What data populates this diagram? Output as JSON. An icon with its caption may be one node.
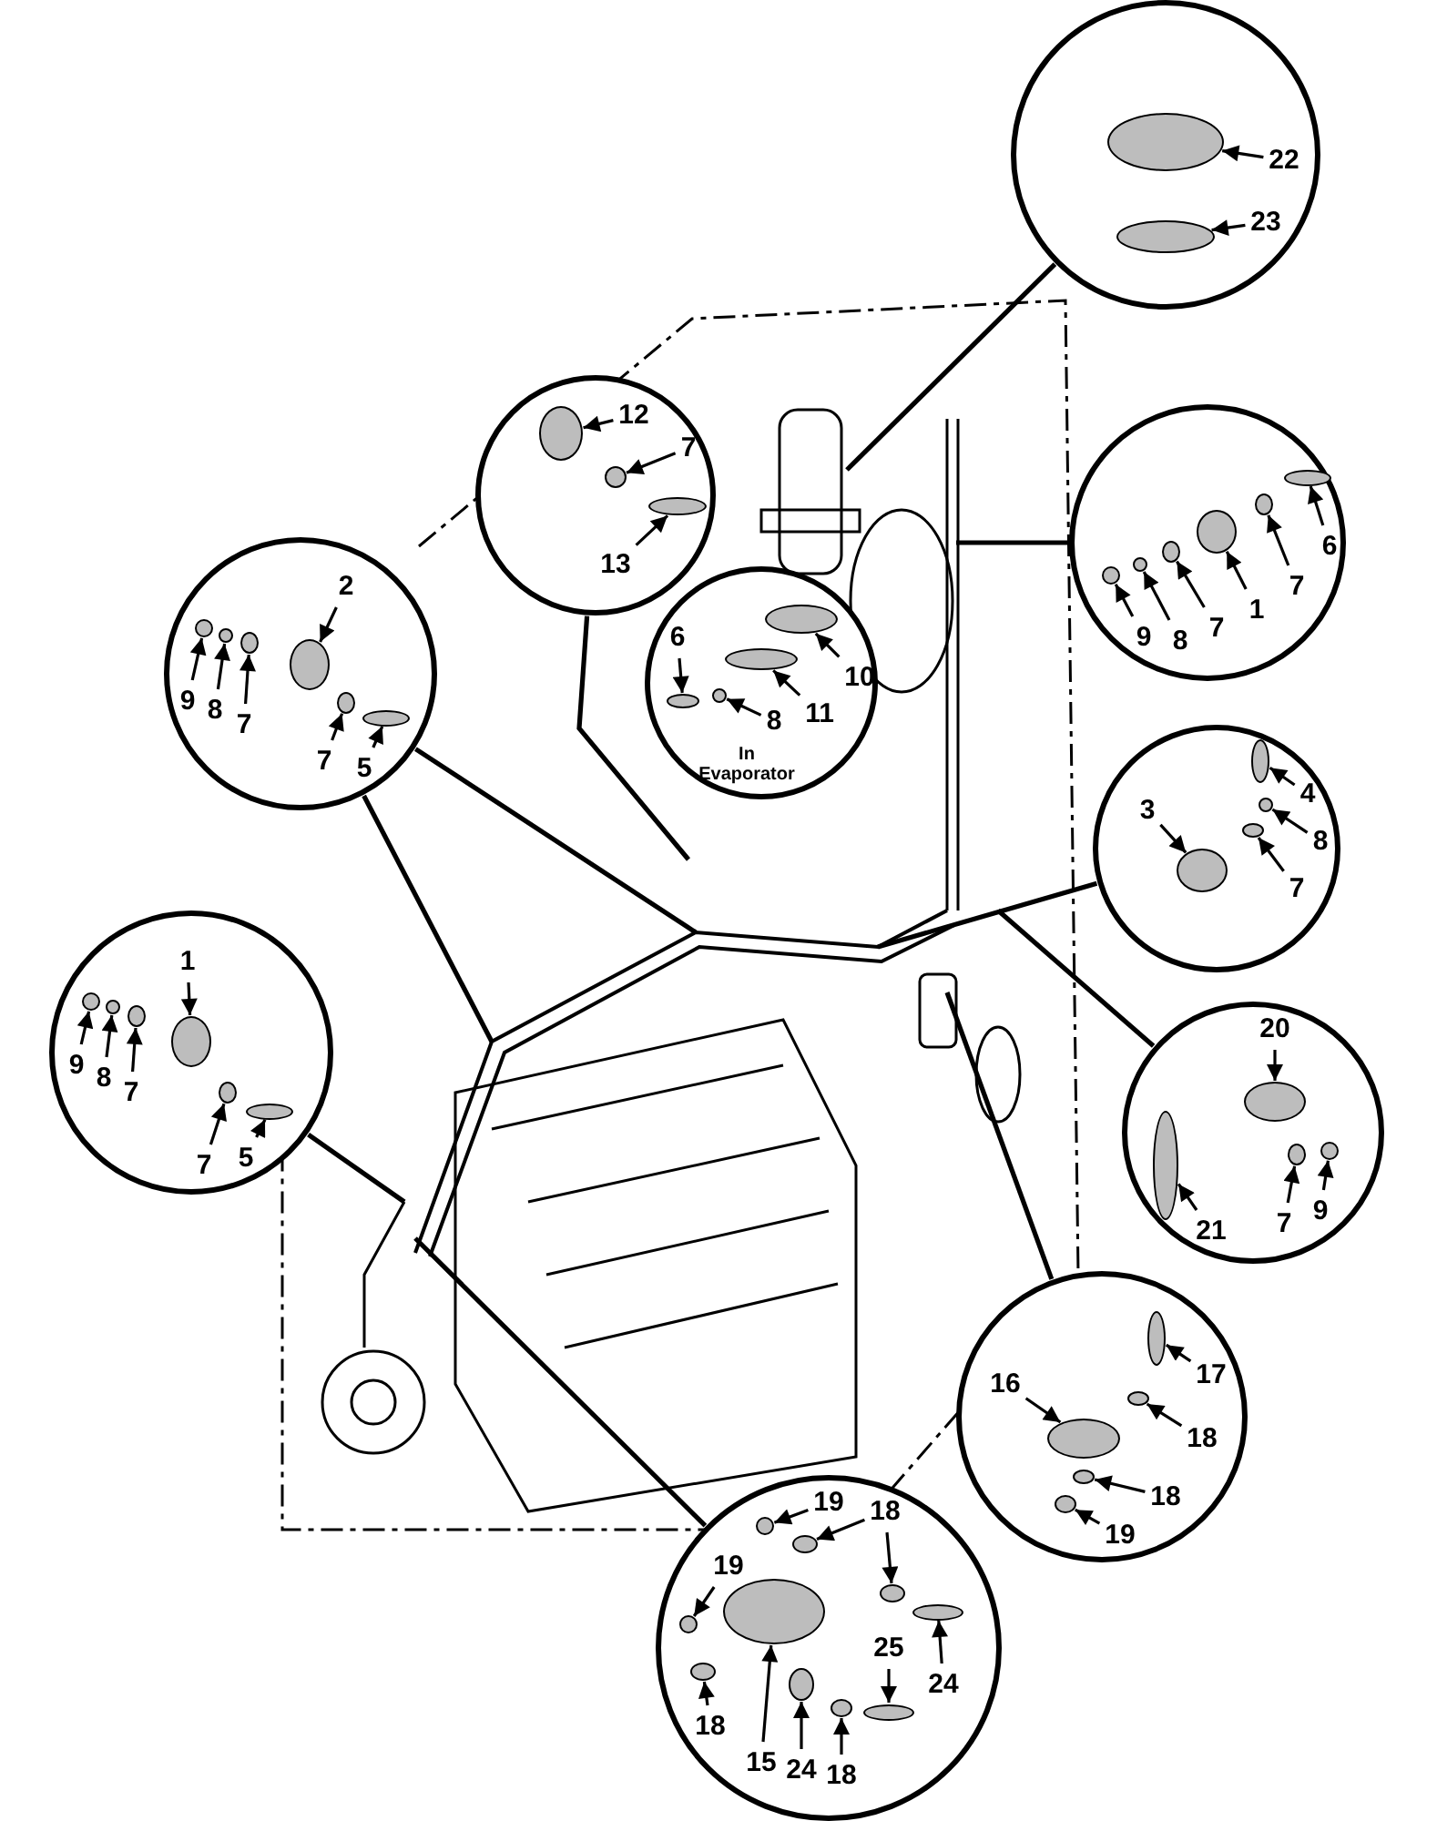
{
  "diagram": {
    "nodes": [
      {
        "text": [],
        "shape": "circle"
      },
      {
        "text": [
          "22"
        ],
        "in": 0
      },
      {
        "text": [
          "23"
        ],
        "in": 0
      },
      {
        "text": [],
        "shape": "circle"
      },
      {
        "text": [
          "12"
        ],
        "in": 3
      },
      {
        "text": [
          "7"
        ],
        "in": 3
      },
      {
        "text": [
          "13"
        ],
        "in": 3
      },
      {
        "text": [],
        "shape": "circle"
      },
      {
        "text": [
          "6"
        ],
        "in": 7
      },
      {
        "text": [
          "7"
        ],
        "in": 7
      },
      {
        "text": [
          "1"
        ],
        "in": 7
      },
      {
        "text": [
          "7"
        ],
        "in": 7
      },
      {
        "text": [
          "8"
        ],
        "in": 7
      },
      {
        "text": [
          "9"
        ],
        "in": 7
      },
      {
        "text": [
          "In Evaporator"
        ]
      },
      {
        "text": [
          "6"
        ],
        "in": 14
      },
      {
        "text": [
          "8"
        ],
        "in": 14
      },
      {
        "text": [
          "11"
        ],
        "in": 14
      },
      {
        "text": [
          "10"
        ],
        "in": 14
      },
      {
        "text": [],
        "shape": "circle"
      },
      {
        "text": [
          "2"
        ],
        "in": 19
      },
      {
        "text": [
          "9"
        ],
        "in": 19
      },
      {
        "text": [
          "8"
        ],
        "in": 19
      },
      {
        "text": [
          "7"
        ],
        "in": 19
      },
      {
        "text": [
          "7"
        ],
        "in": 19
      },
      {
        "text": [
          "5"
        ],
        "in": 19
      },
      {
        "text": [],
        "shape": "circle"
      },
      {
        "text": [
          "4"
        ],
        "in": 26
      },
      {
        "text": [
          "3"
        ],
        "in": 26
      },
      {
        "text": [
          "8"
        ],
        "in": 26
      },
      {
        "text": [
          "7"
        ],
        "in": 26
      },
      {
        "text": [],
        "shape": "circle"
      },
      {
        "text": [
          "1"
        ],
        "in": 31
      },
      {
        "text": [
          "9"
        ],
        "in": 31
      },
      {
        "text": [
          "8"
        ],
        "in": 31
      },
      {
        "text": [
          "7"
        ],
        "in": 31
      },
      {
        "text": [
          "7"
        ],
        "in": 31
      },
      {
        "text": [
          "5"
        ],
        "in": 31
      },
      {
        "text": [],
        "shape": "circle"
      },
      {
        "text": [
          "20"
        ],
        "in": 38
      },
      {
        "text": [
          "21"
        ],
        "in": 38
      },
      {
        "text": [
          "7"
        ],
        "in": 38
      },
      {
        "text": [
          "9"
        ],
        "in": 38
      },
      {
        "text": [],
        "shape": "circle"
      },
      {
        "text": [
          "16"
        ],
        "in": 43
      },
      {
        "text": [
          "17"
        ],
        "in": 43
      },
      {
        "text": [
          "18"
        ],
        "in": 43
      },
      {
        "text": [
          "18"
        ],
        "in": 43
      },
      {
        "text": [
          "19"
        ],
        "in": 43
      },
      {
        "text": [],
        "shape": "circle"
      },
      {
        "text": [
          "19"
        ],
        "in": 49
      },
      {
        "text": [
          "18"
        ],
        "in": 49
      },
      {
        "text": [
          "19"
        ],
        "in": 49
      },
      {
        "text": [
          "25"
        ],
        "in": 49
      },
      {
        "text": [
          "24"
        ],
        "in": 49
      },
      {
        "text": [
          "18"
        ],
        "in": 49
      },
      {
        "text": [
          "15"
        ],
        "in": 49
      },
      {
        "text": [
          "24"
        ],
        "in": 49
      },
      {
        "text": [
          "18"
        ],
        "in": 49
      },
      {
        "text": [],
        "shape": "circle",
        "in": 0
      },
      {
        "text": [],
        "shape": "circle",
        "in": 0
      },
      {
        "text": [],
        "shape": "circle",
        "in": 3
      },
      {
        "text": [],
        "shape": "circle",
        "in": 3
      },
      {
        "text": [],
        "shape": "circle",
        "in": 3
      },
      {
        "text": [],
        "shape": "circle",
        "in": 7
      },
      {
        "text": [],
        "shape": "circle",
        "in": 7
      },
      {
        "text": [],
        "shape": "circle",
        "in": 7
      },
      {
        "text": [],
        "shape": "circle",
        "in": 7
      },
      {
        "text": [],
        "shape": "circle",
        "in": 7
      },
      {
        "text": [],
        "shape": "circle",
        "in": 7
      },
      {
        "text": [],
        "shape": "circle",
        "in": 14
      },
      {
        "text": [],
        "shape": "circle",
        "in": 14
      },
      {
        "text": [],
        "shape": "circle",
        "in": 14
      },
      {
        "text": [],
        "shape": "circle",
        "in": 14
      },
      {
        "text": [],
        "shape": "circle",
        "in": 19
      },
      {
        "text": [],
        "shape": "circle",
        "in": 19
      },
      {
        "text": [],
        "shape": "circle",
        "in": 19
      },
      {
        "text": [],
        "shape": "circle",
        "in": 19
      },
      {
        "text": [],
        "shape": "circle",
        "in": 19
      },
      {
        "text": [],
        "shape": "circle",
        "in": 19
      },
      {
        "text": [],
        "shape": "circle",
        "in": 26
      },
      {
        "text": [],
        "shape": "circle",
        "in": 26
      },
      {
        "text": [],
        "shape": "circle",
        "in": 26
      },
      {
        "text": [],
        "shape": "circle",
        "in": 26
      },
      {
        "text": [],
        "shape": "circle",
        "in": 31
      },
      {
        "text": [],
        "shape": "circle",
        "in": 31
      },
      {
        "text": [],
        "shape": "circle",
        "in": 31
      },
      {
        "text": [],
        "shape": "circle",
        "in": 31
      },
      {
        "text": [],
        "shape": "circle",
        "in": 31
      },
      {
        "text": [],
        "shape": "circle",
        "in": 31
      },
      {
        "text": [],
        "shape": "circle",
        "in": 38
      },
      {
        "text": [],
        "shape": "circle",
        "in": 38
      },
      {
        "text": [],
        "shape": "circle",
        "in": 38
      },
      {
        "text": [],
        "shape": "circle",
        "in": 38
      },
      {
        "text": [],
        "shape": "circle",
        "in": 43
      },
      {
        "text": [],
        "shape": "circle",
        "in": 43
      },
      {
        "text": [],
        "shape": "circle",
        "in": 43
      },
      {
        "text": [],
        "shape": "circle",
        "in": 43
      },
      {
        "text": [],
        "shape": "circle",
        "in": 43
      },
      {
        "text": [],
        "shape": "circle",
        "in": 49
      },
      {
        "text": [],
        "shape": "circle",
        "in": 49
      },
      {
        "text": [],
        "shape": "circle",
        "in": 49
      },
      {
        "text": [],
        "shape": "circle",
        "in": 49
      },
      {
        "text": [],
        "shape": "circle",
        "in": 49
      },
      {
        "text": [],
        "shape": "circle",
        "in": 49
      },
      {
        "text": [],
        "shape": "circle",
        "in": 49
      },
      {
        "text": [],
        "shape": "circle",
        "in": 49
      },
      {
        "text": [],
        "shape": "circle",
        "in": 49
      },
      {
        "text": [],
        "shape": "circle",
        "in": 49
      }
    ],
    "edges": [
      {
        "from": 0,
        "to": null,
        "arrow": "none"
      },
      {
        "from": 1,
        "to": 59,
        "arrow": "to"
      },
      {
        "from": 2,
        "to": 60,
        "arrow": "to"
      },
      {
        "from": 3,
        "to": null,
        "arrow": "none"
      },
      {
        "from": 4,
        "to": 61,
        "arrow": "to"
      },
      {
        "from": 5,
        "to": 62,
        "arrow": "to"
      },
      {
        "from": 6,
        "to": 63,
        "arrow": "to"
      },
      {
        "from": 7,
        "to": null,
        "arrow": "none"
      },
      {
        "from": 8,
        "to": 64,
        "arrow": "to"
      },
      {
        "from": 9,
        "to": 65,
        "arrow": "to"
      },
      {
        "from": 10,
        "to": 66,
        "arrow": "to"
      },
      {
        "from": 11,
        "to": 67,
        "arrow": "to"
      },
      {
        "from": 12,
        "to": 68,
        "arrow": "to"
      },
      {
        "from": 13,
        "to": 69,
        "arrow": "to"
      },
      {
        "from": 15,
        "to": 70,
        "arrow": "to"
      },
      {
        "from": 16,
        "to": 71,
        "arrow": "to"
      },
      {
        "from": 17,
        "to": 72,
        "arrow": "to"
      },
      {
        "from": 18,
        "to": 73,
        "arrow": "to"
      },
      {
        "from": 19,
        "to": null,
        "arrow": "none"
      },
      {
        "from": 19,
        "to": null,
        "arrow": "none"
      },
      {
        "from": 20,
        "to": 74,
        "arrow": "to"
      },
      {
        "from": 21,
        "to": 75,
        "arrow": "to"
      },
      {
        "from": 22,
        "to": 76,
        "arrow": "to"
      },
      {
        "from": 23,
        "to": 77,
        "arrow": "to"
      },
      {
        "from": 24,
        "to": 78,
        "arrow": "to"
      },
      {
        "from": 25,
        "to": 79,
        "arrow": "to"
      },
      {
        "from": 26,
        "to": null,
        "arrow": "none"
      },
      {
        "from": 27,
        "to": 80,
        "arrow": "to"
      },
      {
        "from": 28,
        "to": 81,
        "arrow": "to"
      },
      {
        "from": 29,
        "to": 82,
        "arrow": "to"
      },
      {
        "from": 30,
        "to": 83,
        "arrow": "to"
      },
      {
        "from": 31,
        "to": null,
        "arrow": "none"
      },
      {
        "from": 32,
        "to": 84,
        "arrow": "to"
      },
      {
        "from": 33,
        "to": 85,
        "arrow": "to"
      },
      {
        "from": 34,
        "to": 86,
        "arrow": "to"
      },
      {
        "from": 35,
        "to": 87,
        "arrow": "to"
      },
      {
        "from": 36,
        "to": 88,
        "arrow": "to"
      },
      {
        "from": 37,
        "to": 89,
        "arrow": "to"
      },
      {
        "from": 38,
        "to": null,
        "arrow": "none"
      },
      {
        "from": 39,
        "to": 90,
        "arrow": "to"
      },
      {
        "from": 40,
        "to": 91,
        "arrow": "to"
      },
      {
        "from": 41,
        "to": 92,
        "arrow": "to"
      },
      {
        "from": 42,
        "to": 93,
        "arrow": "to"
      },
      {
        "from": 43,
        "to": null,
        "arrow": "none"
      },
      {
        "from": 44,
        "to": 94,
        "arrow": "to"
      },
      {
        "from": 45,
        "to": 95,
        "arrow": "to"
      },
      {
        "from": 46,
        "to": 96,
        "arrow": "to"
      },
      {
        "from": 47,
        "to": 97,
        "arrow": "to"
      },
      {
        "from": 48,
        "to": 98,
        "arrow": "to"
      },
      {
        "from": 49,
        "to": null,
        "arrow": "none"
      },
      {
        "from": 50,
        "to": 99,
        "arrow": "to"
      },
      {
        "from": 51,
        "to": 100,
        "arrow": "to"
      },
      {
        "from": 51,
        "to": 101,
        "arrow": "to"
      },
      {
        "from": 52,
        "to": 102,
        "arrow": "to"
      },
      {
        "from": 53,
        "to": 103,
        "arrow": "to"
      },
      {
        "from": 54,
        "to": 104,
        "arrow": "to"
      },
      {
        "from": 55,
        "to": 105,
        "arrow": "to"
      },
      {
        "from": 56,
        "to": 106,
        "arrow": "to"
      },
      {
        "from": 57,
        "to": 107,
        "arrow": "to"
      },
      {
        "from": 58,
        "to": 108,
        "arrow": "to"
      }
    ]
  }
}
